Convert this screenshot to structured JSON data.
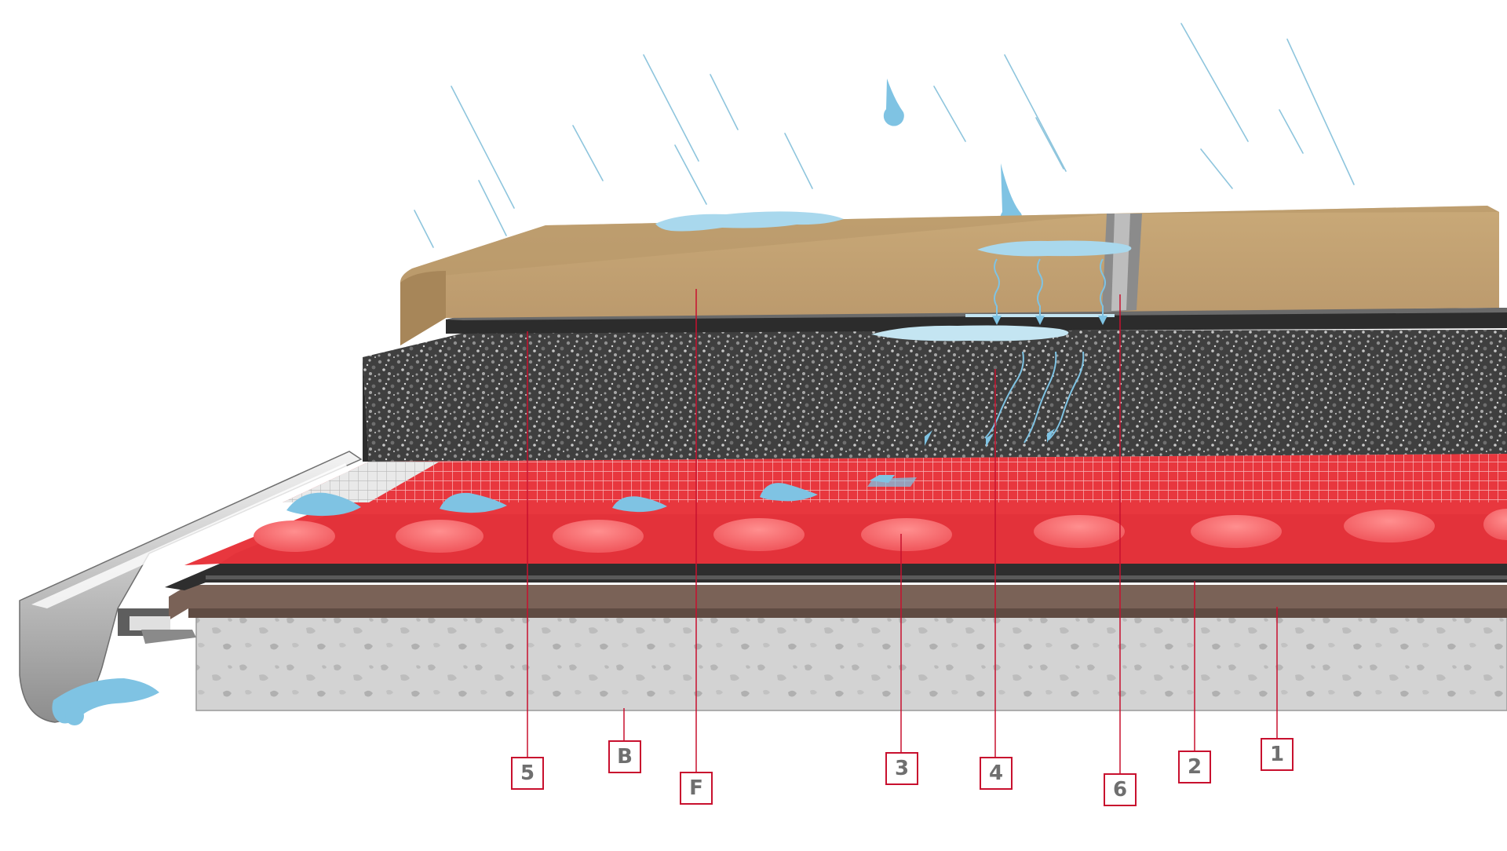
{
  "callouts": {
    "c5": "5",
    "cB": "B",
    "cF": "F",
    "c3": "3",
    "c4": "4",
    "c6": "6",
    "c2": "2",
    "c1": "1"
  },
  "colors": {
    "slab": "#c9a978",
    "slab_shadow": "#a78659",
    "dark_strip": "#333333",
    "gravel": "#4a4a4a",
    "red_membrane": "#e8373e",
    "brown_board": "#7a6257",
    "concrete": "#cfcfcf",
    "water": "#9fd4ea",
    "callout_red": "#c8102e"
  }
}
